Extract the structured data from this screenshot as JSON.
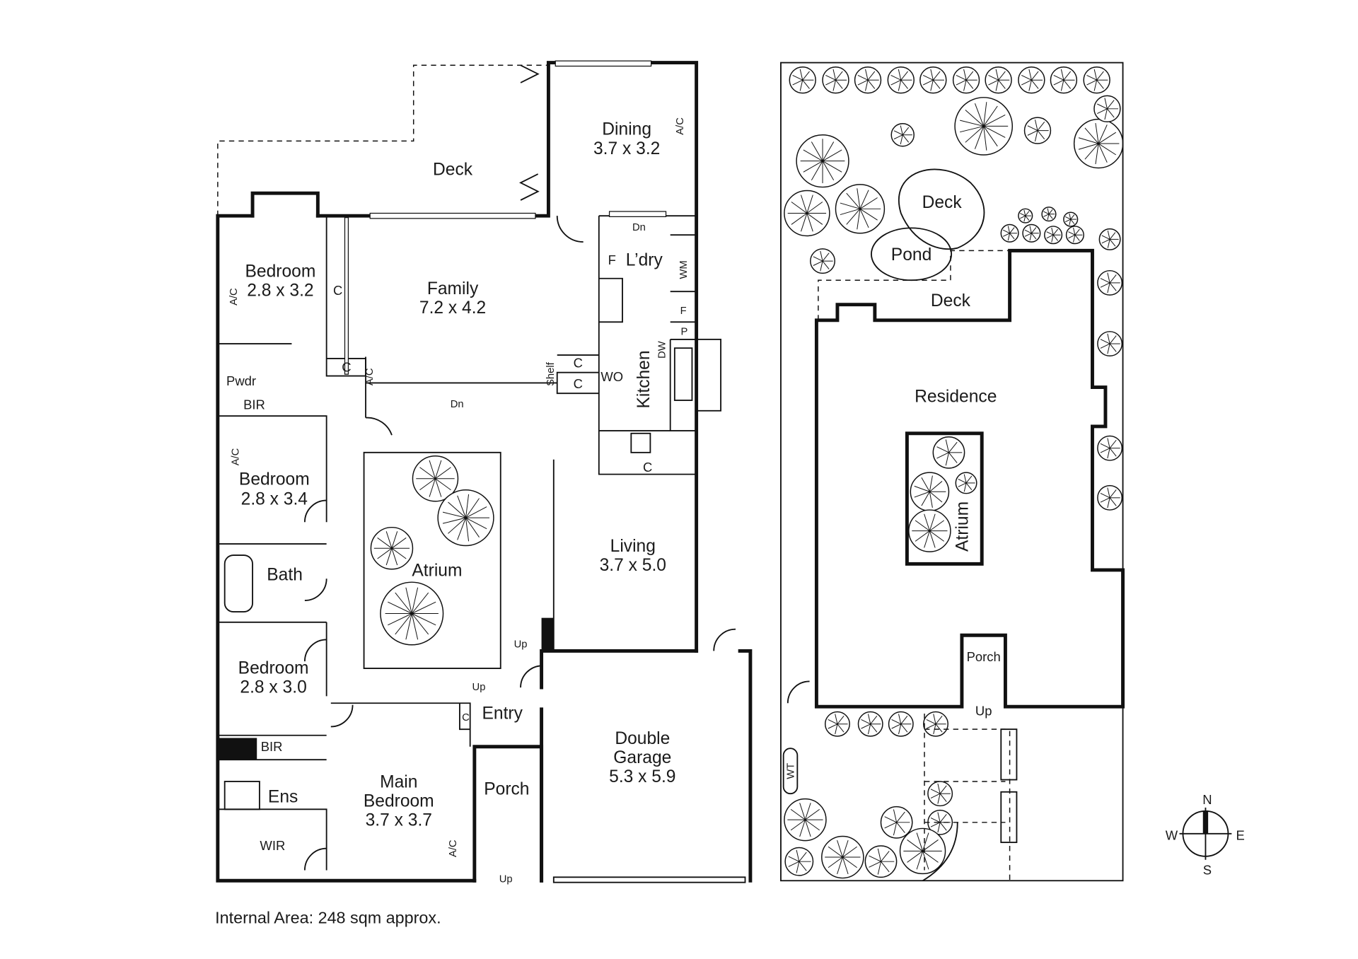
{
  "floor_plan": {
    "rooms": {
      "deck": "Deck",
      "dining_name": "Dining",
      "dining_size": "3.7 x 3.2",
      "family_name": "Family",
      "family_size": "7.2 x 4.2",
      "bed1_name": "Bedroom",
      "bed1_size": "2.8 x 3.2",
      "bed2_name": "Bedroom",
      "bed2_size": "2.8 x 3.4",
      "bed3_name": "Bedroom",
      "bed3_size": "2.8 x 3.0",
      "main_name1": "Main",
      "main_name2": "Bedroom",
      "main_size": "3.7 x 3.7",
      "living_name": "Living",
      "living_size": "3.7 x 5.0",
      "garage_name1": "Double",
      "garage_name2": "Garage",
      "garage_size": "5.3 x 5.9",
      "laundry": "L’dry",
      "kitchen": "Kitchen",
      "atrium": "Atrium",
      "bath": "Bath",
      "powder": "Pwdr",
      "ensuite": "Ens",
      "wir": "WIR",
      "entry": "Entry",
      "porch": "Porch",
      "bir1": "BIR",
      "bir2": "BIR"
    },
    "fixtures": {
      "ac": "A/C",
      "cupboard": "C",
      "fridge": "F",
      "pantry": "P",
      "dishwasher": "DW",
      "washing_machine": "WM",
      "wall_oven": "WO",
      "shelf": "Shelf",
      "down": "Dn",
      "up": "Up"
    }
  },
  "site_plan": {
    "deck_upper": "Deck",
    "pond": "Pond",
    "deck_lower": "Deck",
    "residence": "Residence",
    "atrium": "Atrium",
    "porch": "Porch",
    "up": "Up",
    "water_tank": "WT"
  },
  "compass": {
    "n": "N",
    "s": "S",
    "e": "E",
    "w": "W"
  },
  "footer": {
    "internal_area": "Internal Area: 248 sqm approx."
  }
}
